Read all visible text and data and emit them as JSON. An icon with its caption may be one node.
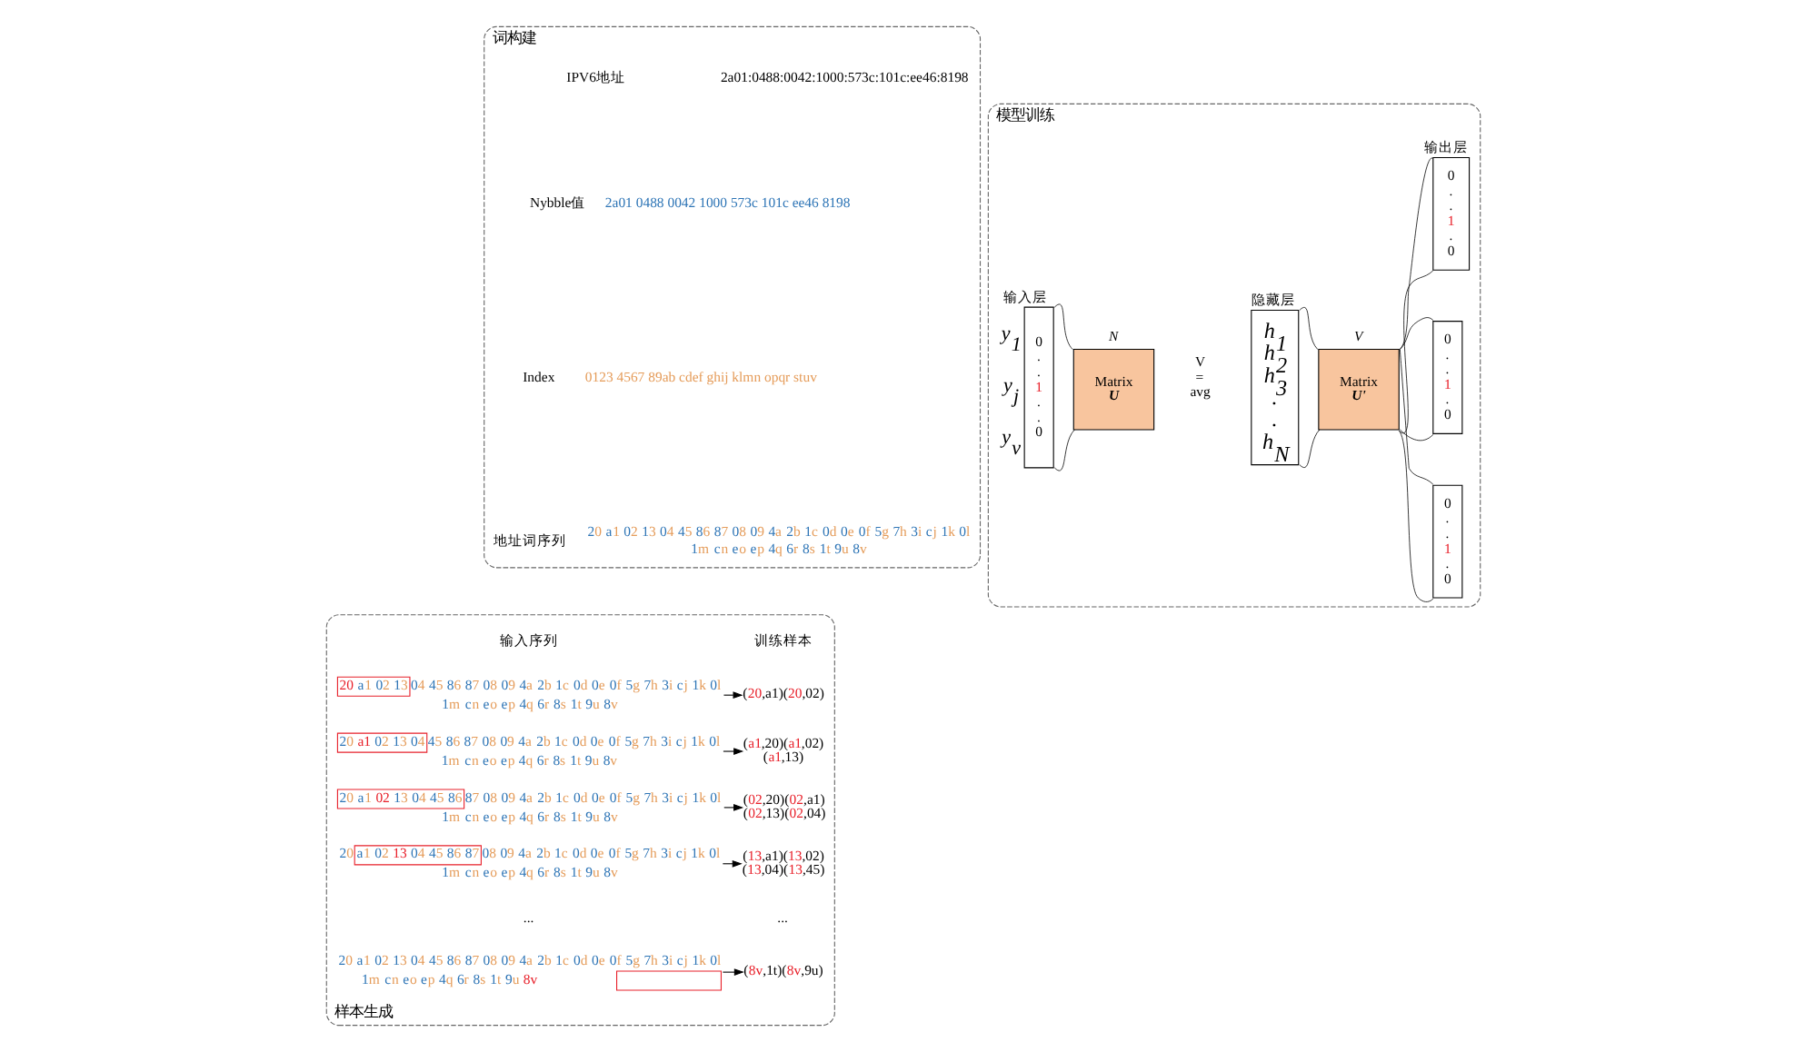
{
  "diagram": {
    "nodes": [
      {
        "text": [
          "词构建"
        ]
      },
      {
        "text": [
          "样本生成"
        ]
      },
      {
        "text": [
          "20 a1 02 13 04 45 86 87 08 09 4a 2b 1c 0d 0e 0f 5g 7h 3i cj 1k 0l 1m cn eo ep 4q 6r 8s 1t 9u 8v"
        ],
        "in": 1
      },
      {
        "text": [
          "(20,a1)(20,02)"
        ],
        "in": 1
      },
      {
        "text": [
          "20 a1 02 13 04 45 86 87 08 09 4a 2b 1c 0d 0e 0f 5g 7h 3i cj 1k 0l 1m cn eo ep 4q 6r 8s 1t 9u 8v"
        ],
        "in": 1
      },
      {
        "text": [
          "(a1,20)(a1,02) (a1,13)"
        ],
        "in": 1
      },
      {
        "text": [
          "20 a1 02 13 04 45 86 87 08 09 4a 2b 1c 0d 0e 0f 5g 7h 3i cj 1k 0l 1m cn eo ep 4q 6r 8s 1t 9u 8v"
        ],
        "in": 1
      },
      {
        "text": [
          "(02,20)(02,a1) (02,13)(02,04)"
        ],
        "in": 1
      },
      {
        "text": [
          "20 a1 02 13 04 45 86 87 08 09 4a 2b 1c 0d 0e 0f 5g 7h 3i cj 1k 0l 1m cn eo ep 4q 6r 8s 1t 9u 8v"
        ],
        "in": 1
      },
      {
        "text": [
          "(13,a1)(13,02) (13,04)(13,45)"
        ],
        "in": 1
      },
      {
        "text": [
          "20 a1 02 13 04 45 86 87 08 09 4a 2b 1c 0d 0e 0f 5g 7h 3i cj 1k 0l 1m cn eo ep 4q 6r 8s 1t 9u 8v"
        ],
        "in": 1
      },
      {
        "text": [
          "(8v,1t)(8v,9u)"
        ],
        "in": 1
      },
      {
        "text": [
          "模型训练"
        ]
      },
      {
        "text": [
          "0 . . 1 . . 0"
        ],
        "beside": [
          "输入层",
          "y$_{1}$",
          "y$_{j}$",
          "y$_{v}$"
        ],
        "in": 12
      },
      {
        "text": [
          "Matrix **U**"
        ],
        "beside": [
          "N"
        ],
        "in": 12
      },
      {
        "text": [
          "h$_{1}$ h$_{2}$ h$_{3}$ . . h$_{N}$"
        ],
        "beside": [
          "隐藏层"
        ],
        "in": 12
      },
      {
        "text": [
          "Matrix **U'**"
        ],
        "beside": [
          "V"
        ],
        "in": 12
      },
      {
        "text": [
          "0 . . 1 . 0"
        ],
        "beside": [
          "输出层"
        ],
        "in": 12
      },
      {
        "text": [
          "0 . . 1 . 0"
        ],
        "in": 12
      },
      {
        "text": [
          "0 . . 1 . 0"
        ],
        "in": 12
      }
    ],
    "edges": [
      {
        "from": 2,
        "to": 3,
        "arrow": "to"
      },
      {
        "from": 4,
        "to": 5,
        "arrow": "to"
      },
      {
        "from": 6,
        "to": 7,
        "arrow": "to"
      },
      {
        "from": 8,
        "to": 9,
        "arrow": "to"
      },
      {
        "from": 10,
        "to": 11,
        "arrow": "to"
      },
      {
        "from": 13,
        "to": 14,
        "arrow": "none"
      },
      {
        "from": 13,
        "to": 14,
        "arrow": "none"
      },
      {
        "from": 15,
        "to": 16,
        "arrow": "none"
      },
      {
        "from": 15,
        "to": 16,
        "arrow": "none"
      },
      {
        "from": 16,
        "to": 17,
        "arrow": "none"
      },
      {
        "from": 16,
        "to": 17,
        "arrow": "none"
      },
      {
        "from": 16,
        "to": 18,
        "arrow": "none"
      },
      {
        "from": 16,
        "to": 18,
        "arrow": "none"
      },
      {
        "from": 16,
        "to": 19,
        "arrow": "none"
      },
      {
        "from": 16,
        "to": 19,
        "arrow": "none"
      }
    ],
    "labels": [
      "IPV6地址",
      "2a01:0488:0042:1000:573c:101c:ee46:8198",
      "Nybble值",
      "2a01 0488 0042 1000 573c 101c ee46 8198",
      "Index",
      "0123 4567 89ab cdef ghij klmn opqr stuv",
      "地址词序列",
      "20 a1 02 13 04 45 86 87 08 09 4a 2b 1c 0d 0e 0f 5g 7h 3i cj 1k 0l 1m cn eo ep 4q 6r 8s 1t 9u 8v",
      "输入序列",
      "训练样本",
      "...",
      "...",
      "V = avg"
    ]
  }
}
